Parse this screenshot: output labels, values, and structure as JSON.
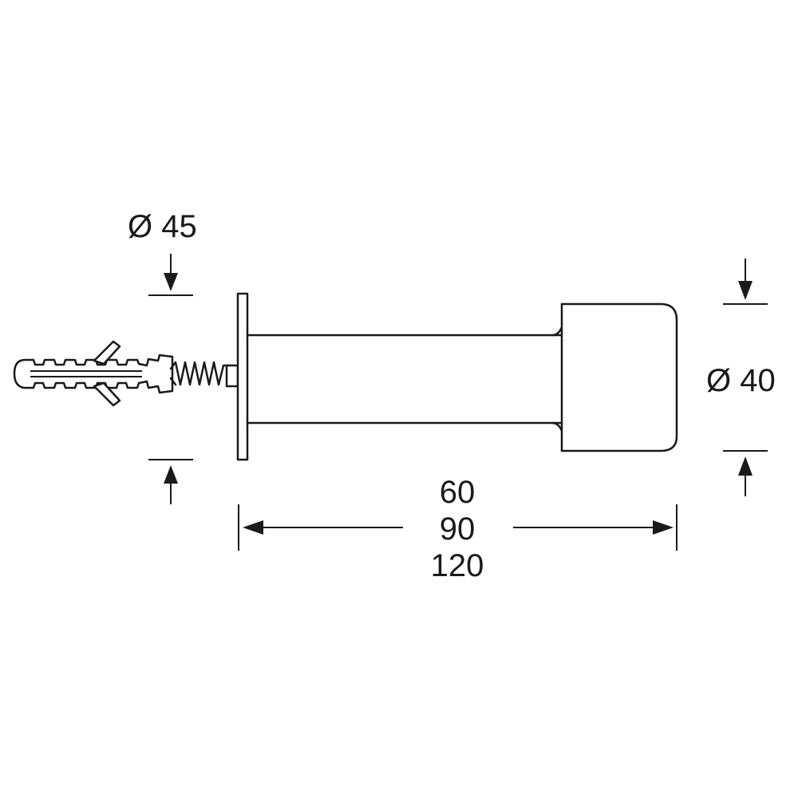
{
  "labels": {
    "plate_diameter": "Ø 45",
    "buffer_diameter": "Ø 40",
    "length_1": "60",
    "length_2": "90",
    "length_3": "120"
  }
}
